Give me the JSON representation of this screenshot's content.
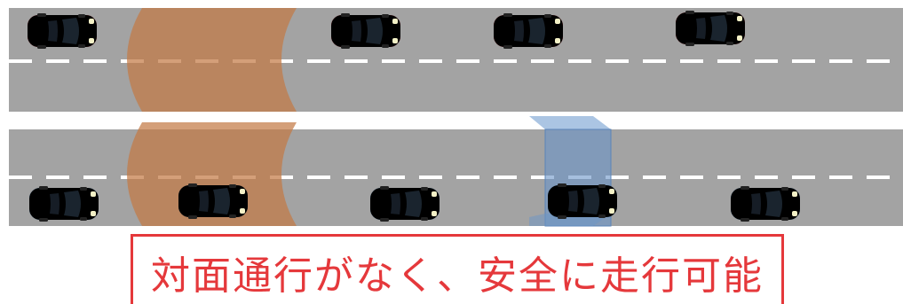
{
  "caption": {
    "text": "対面通行がなく、安全に走行可能"
  },
  "colors": {
    "road": "#a3a3a3",
    "lane_marking": "#ffffff",
    "oncoming_car": "#e3343f",
    "own_car": "#4b95d8",
    "stopped_car": "#5b6777",
    "tunnel_overlay": "#c47a45",
    "gate_overlay": "#6b95c8",
    "caption_border": "#e5383b",
    "caption_text": "#e5383b"
  },
  "scene": {
    "upper_road": {
      "cars": [
        {
          "color": "red",
          "icon": "car-icon"
        },
        {
          "color": "red",
          "icon": "car-icon"
        },
        {
          "color": "red",
          "icon": "car-icon"
        },
        {
          "color": "red",
          "icon": "car-icon"
        }
      ]
    },
    "lower_road": {
      "cars": [
        {
          "color": "blue",
          "icon": "car-icon"
        },
        {
          "color": "gray",
          "icon": "car-icon"
        },
        {
          "color": "blue",
          "icon": "car-icon"
        },
        {
          "color": "blue",
          "icon": "car-icon"
        },
        {
          "color": "blue",
          "icon": "car-icon"
        }
      ]
    }
  }
}
